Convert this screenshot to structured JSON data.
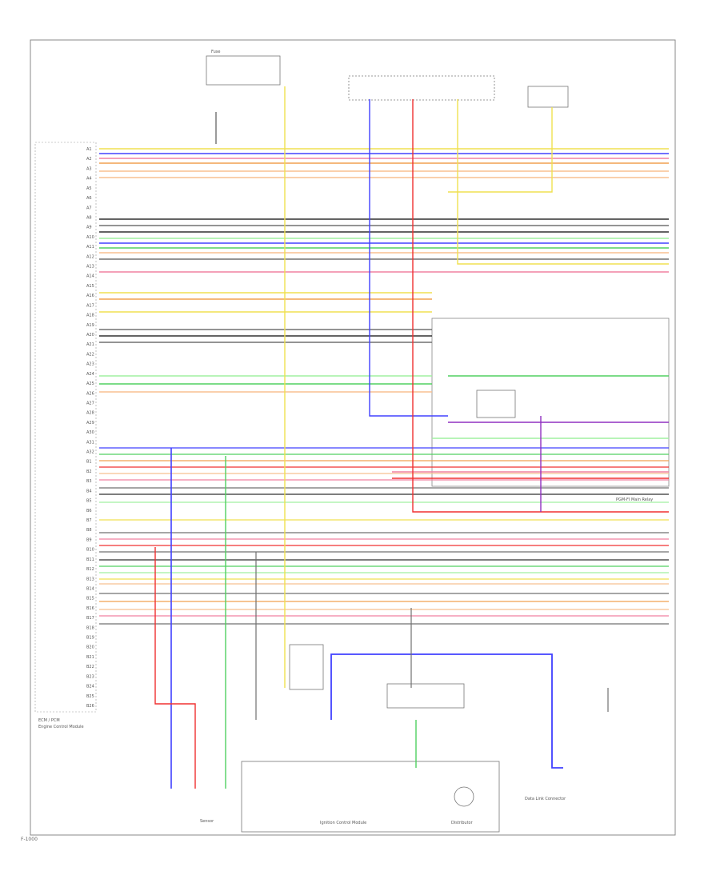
{
  "labels": {
    "ecm_block": "ECM / PCM",
    "ecm_note": "Engine Control Module",
    "relay_block": "PGM-FI Main Relay",
    "ignition_block": "Ignition Control Module",
    "distributor": "Distributor",
    "diag_connector": "Data Link Connector",
    "sensor_bottom": "Sensor",
    "fuse_top": "Fuse",
    "footer_code": "F-1000"
  },
  "pin_labels_left": [
    "A1",
    "A2",
    "A3",
    "A4",
    "A5",
    "A6",
    "A7",
    "A8",
    "A9",
    "A10",
    "A11",
    "A12",
    "A13",
    "A14",
    "A15",
    "A16",
    "A17",
    "A18",
    "A19",
    "A20",
    "A21",
    "A22",
    "A23",
    "A24",
    "A25",
    "A26",
    "A27",
    "A28",
    "A29",
    "A30",
    "A31",
    "A32",
    "B1",
    "B2",
    "B3",
    "B4",
    "B5",
    "B6",
    "B7",
    "B8",
    "B9",
    "B10",
    "B11",
    "B12",
    "B13",
    "B14",
    "B15",
    "B16",
    "B17",
    "B18",
    "B19",
    "B20",
    "B21",
    "B22",
    "B23",
    "B24",
    "B25",
    "B26"
  ],
  "wire_colors": {
    "yellow": "#f0e050",
    "blue": "#4040ff",
    "pink": "#f080a0",
    "orange": "#f0a050",
    "green": "#50d060",
    "red": "#f03030",
    "purple": "#9030c0",
    "gray": "#707070",
    "lightgreen": "#a0f0a0",
    "peach": "#f8c090",
    "black": "#303030"
  }
}
